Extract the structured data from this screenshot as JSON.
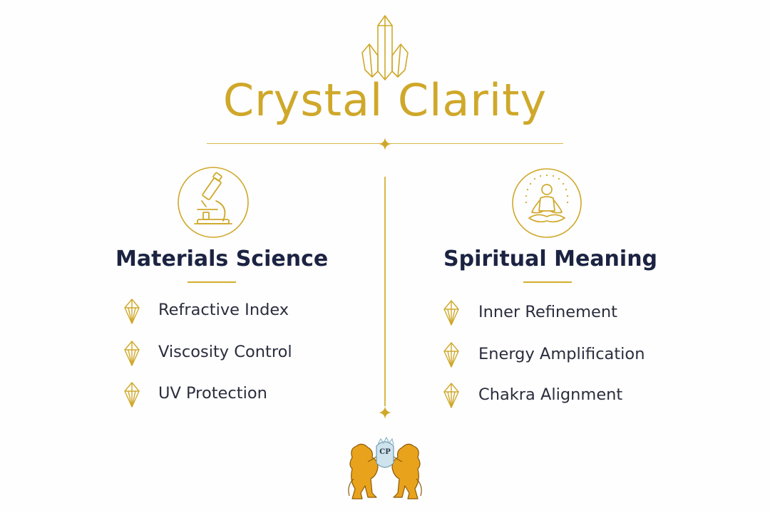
{
  "title": "Crystal Clarity",
  "colors": {
    "gold": "#cfa82a",
    "navy": "#1c2342",
    "text": "#2a2d3d",
    "background": "#fefefe"
  },
  "icons": {
    "top": "crystal-cluster-icon",
    "left": "microscope-icon",
    "right": "meditation-icon",
    "bullet": "diamond-crystal-icon",
    "logo": "lion-crest-logo"
  },
  "left_column": {
    "heading": "Materials Science",
    "items": [
      "Refractive Index",
      "Viscosity Control",
      "UV Protection"
    ]
  },
  "right_column": {
    "heading": "Spiritual Meaning",
    "items": [
      "Inner Refinement",
      "Energy Amplification",
      "Chakra Alignment"
    ]
  },
  "logo": {
    "monogram": "CP"
  }
}
